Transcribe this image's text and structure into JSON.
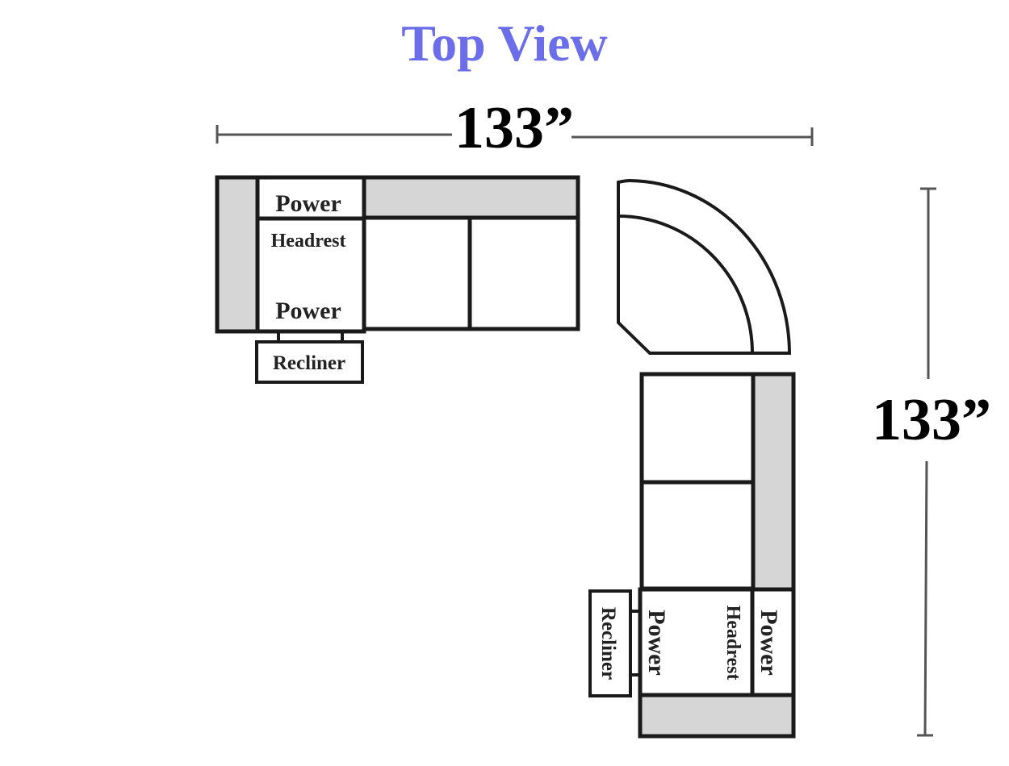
{
  "title": "Top View",
  "dimensions": {
    "width_label": "133”",
    "height_label": "133”"
  },
  "left_section": {
    "top_label": "Power",
    "middle_label": "Headrest",
    "bottom_label": "Power",
    "footrest_label": "Recliner"
  },
  "right_section": {
    "power_left_label": "Power",
    "headrest_label": "Headrest",
    "power_right_label": "Power",
    "footrest_label": "Recliner"
  },
  "colors": {
    "title": "#6b6ee8",
    "outline": "#1a1a1a",
    "fill_gray": "#d6d6d6",
    "dimension_line": "#555555"
  }
}
